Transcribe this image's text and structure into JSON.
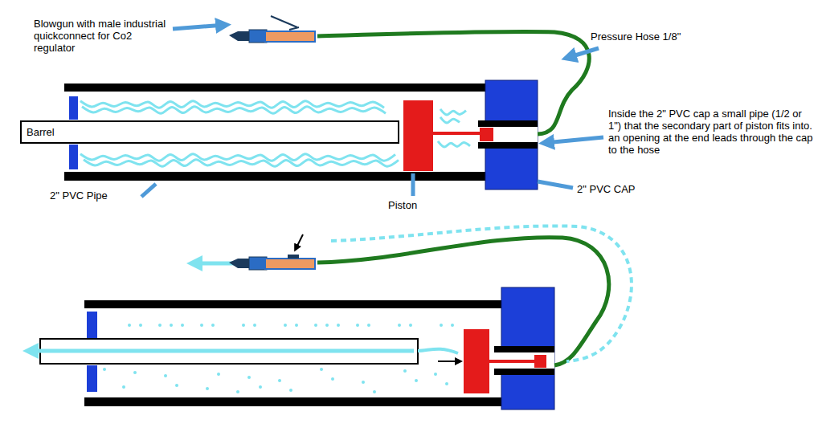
{
  "diagram": {
    "nodes": [
      {
        "text": [
          "Barrel"
        ]
      }
    ],
    "labels": [
      "Blowgun with male industrial quickconnect for Co2 regulator",
      "Pressure Hose 1/8\"",
      "Inside the 2\" PVC cap a small pipe (1/2 or 1\") that the secondary part of piston fits into. an opening at the end leads through the cap to the hose",
      "2\" PVC Pipe",
      "Piston",
      "2\" PVC CAP"
    ]
  }
}
